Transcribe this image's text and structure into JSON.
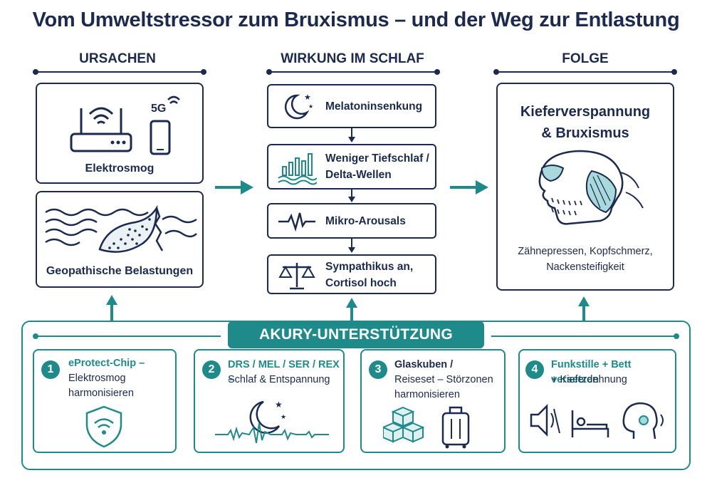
{
  "title": "Vom Umweltstressor zum Bruxismus – und der Weg zur Entlastung",
  "columns": {
    "causes": {
      "heading": "URSACHEN",
      "box1_label": "Elektrosmog",
      "box1_badge": "5G",
      "box2_label": "Geopathische Belastungen"
    },
    "effect": {
      "heading": "WIRKUNG IM SCHLAF",
      "steps": [
        {
          "line1": "Melatoninsenkung",
          "line2": ""
        },
        {
          "line1": "Weniger Tiefschlaf /",
          "line2": "Delta-Wellen"
        },
        {
          "line1": "Mikro-Arousals",
          "line2": ""
        },
        {
          "line1": "Sympathikus an,",
          "line2": "Cortisol hoch"
        }
      ]
    },
    "result": {
      "heading": "FOLGE",
      "title_line1": "Kieferverspannung",
      "title_line2": "& Bruxismus",
      "desc_line1": "Zähnepressen, Kopfschmerz,",
      "desc_line2": "Nackensteifigkeit"
    }
  },
  "support": {
    "title": "AKURY-UNTERSTÜTZUNG",
    "cards": [
      {
        "number": "1",
        "line1": "eProtect-Chip –",
        "line2": "Elektrosmog",
        "line3": "harmonisieren",
        "icon": "shield-wifi-icon"
      },
      {
        "number": "2",
        "line1": "DRS / MEL / SER / REX –",
        "line2": "Schlaf & Entspannung",
        "line3": "",
        "icon": "moon-wave-icon"
      },
      {
        "number": "3",
        "line1": "Glaskuben /",
        "line2": "Reiseset – Störzonen",
        "line3": "harmonisieren",
        "icon": "cubes-suitcase-icon"
      },
      {
        "number": "4",
        "line1": "Funkstille + Bett versetzen",
        "line2": "+ Kieferdehnung",
        "line3": "",
        "icon": "mute-bed-head-icon"
      }
    ]
  },
  "colors": {
    "navy": "#1b2a4e",
    "teal": "#1f8a8a",
    "light_teal": "#a9d9dd"
  }
}
